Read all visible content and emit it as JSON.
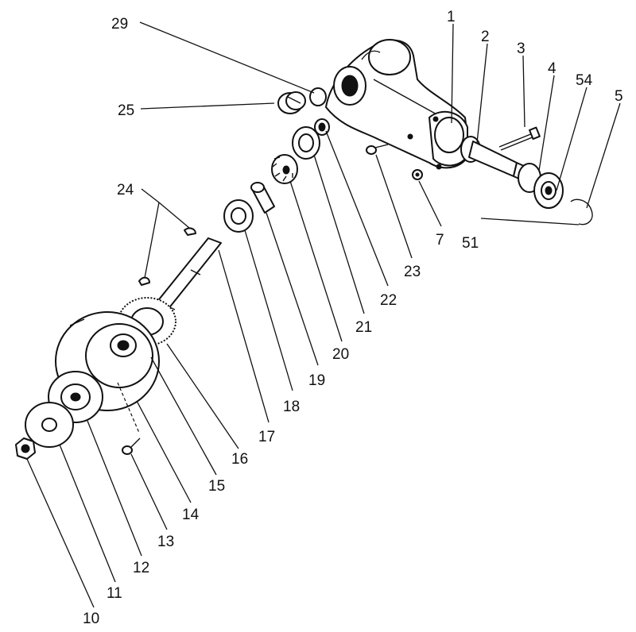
{
  "diagram": {
    "parts": [
      {
        "id": "p1",
        "label": "1"
      },
      {
        "id": "p2",
        "label": "2"
      },
      {
        "id": "p3",
        "label": "3"
      },
      {
        "id": "p4",
        "label": "4"
      },
      {
        "id": "p54",
        "label": "54"
      },
      {
        "id": "p5",
        "label": "5"
      },
      {
        "id": "p51",
        "label": "51"
      },
      {
        "id": "p7",
        "label": "7"
      },
      {
        "id": "p23",
        "label": "23"
      },
      {
        "id": "p22",
        "label": "22"
      },
      {
        "id": "p21",
        "label": "21"
      },
      {
        "id": "p20",
        "label": "20"
      },
      {
        "id": "p19",
        "label": "19"
      },
      {
        "id": "p18",
        "label": "18"
      },
      {
        "id": "p17",
        "label": "17"
      },
      {
        "id": "p16",
        "label": "16"
      },
      {
        "id": "p15",
        "label": "15"
      },
      {
        "id": "p14",
        "label": "14"
      },
      {
        "id": "p13",
        "label": "13"
      },
      {
        "id": "p12",
        "label": "12"
      },
      {
        "id": "p11",
        "label": "11"
      },
      {
        "id": "p10",
        "label": "10"
      },
      {
        "id": "p24",
        "label": "24"
      },
      {
        "id": "p25",
        "label": "25"
      },
      {
        "id": "p29",
        "label": "29"
      }
    ],
    "colors": {
      "ink": "#111111",
      "paper": "#ffffff"
    }
  }
}
